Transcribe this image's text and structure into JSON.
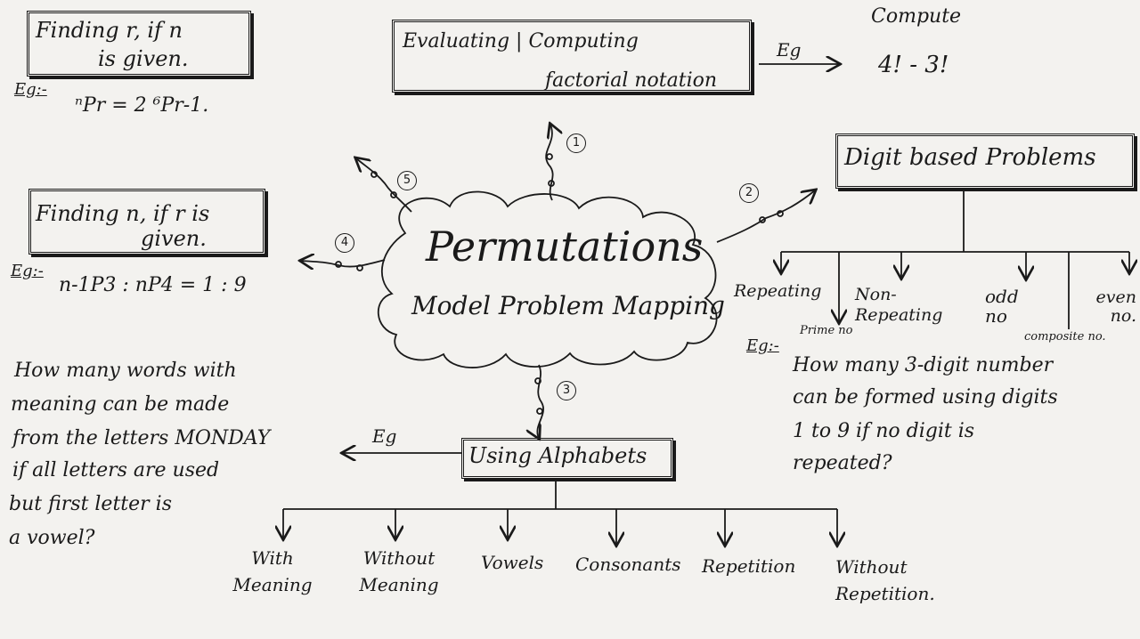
{
  "center": {
    "line1": "Permutations",
    "line2": "Model Problem Mapping"
  },
  "markers": [
    "1",
    "2",
    "3",
    "4",
    "5"
  ],
  "top_box": {
    "line1": "Evaluating | Computing",
    "line2": "factorial notation",
    "eg": "Eg",
    "compute_label": "Compute",
    "compute_example": "4! - 3!"
  },
  "top_left_box": {
    "line1": "Finding r, if n",
    "line2": "is given.",
    "eg": "Eg:-",
    "formula": "ⁿPr = 2 ⁶Pr-1."
  },
  "left_box": {
    "line1": "Finding n, if r is",
    "line2": "given.",
    "eg": "Eg:-",
    "formula": "n-1P3 : nP4 = 1 : 9"
  },
  "digit_box": {
    "title": "Digit based Problems",
    "branches": [
      "Repeating",
      "Prime no",
      "Non-Repeating",
      "odd no",
      "composite no.",
      "even no."
    ],
    "eg": "Eg:-",
    "example": [
      "How many 3-digit number",
      "can be formed using digits",
      "1 to 9 if no digit is",
      "repeated?"
    ]
  },
  "alphabet_box": {
    "title": "Using Alphabets",
    "eg": "Eg",
    "branches": [
      "With Meaning",
      "Without Meaning",
      "Vowels",
      "Consonants",
      "Repetition",
      "Without Repetition."
    ],
    "example": [
      "How many words with",
      "meaning can be made",
      "from the letters MONDAY",
      "if all letters are used",
      "but first letter is",
      "a vowel?"
    ]
  }
}
